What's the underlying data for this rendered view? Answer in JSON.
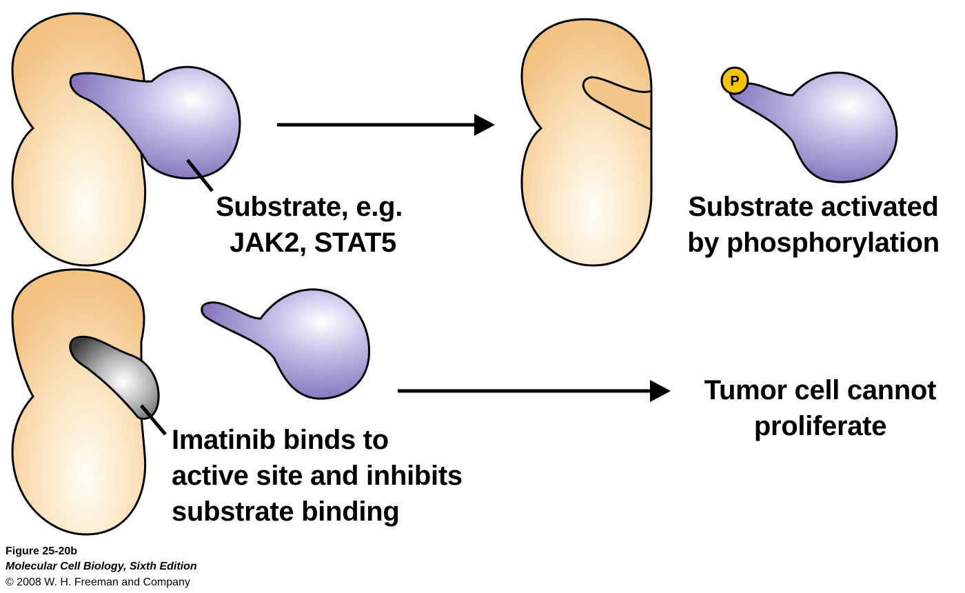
{
  "labels": {
    "substrate_line1": "Substrate, e.g.",
    "substrate_line2": "JAK2, STAT5",
    "activated_line1": "Substrate activated",
    "activated_line2": "by phosphorylation",
    "imatinib_line1": "Imatinib binds to",
    "imatinib_line2": "active site and inhibits",
    "imatinib_line3": "substrate binding",
    "tumor_line1": "Tumor cell cannot",
    "tumor_line2": "proliferate",
    "phosphate": "P"
  },
  "caption": {
    "figure": "Figure 25-20b",
    "book": "Molecular Cell Biology, Sixth Edition",
    "copyright": "© 2008 W. H. Freeman and Company"
  },
  "colors": {
    "kinase": "#f6c98a",
    "substrate": "#7f6fb6",
    "imatinib": "#5a5a5a",
    "phosphate": "#f2c200"
  }
}
